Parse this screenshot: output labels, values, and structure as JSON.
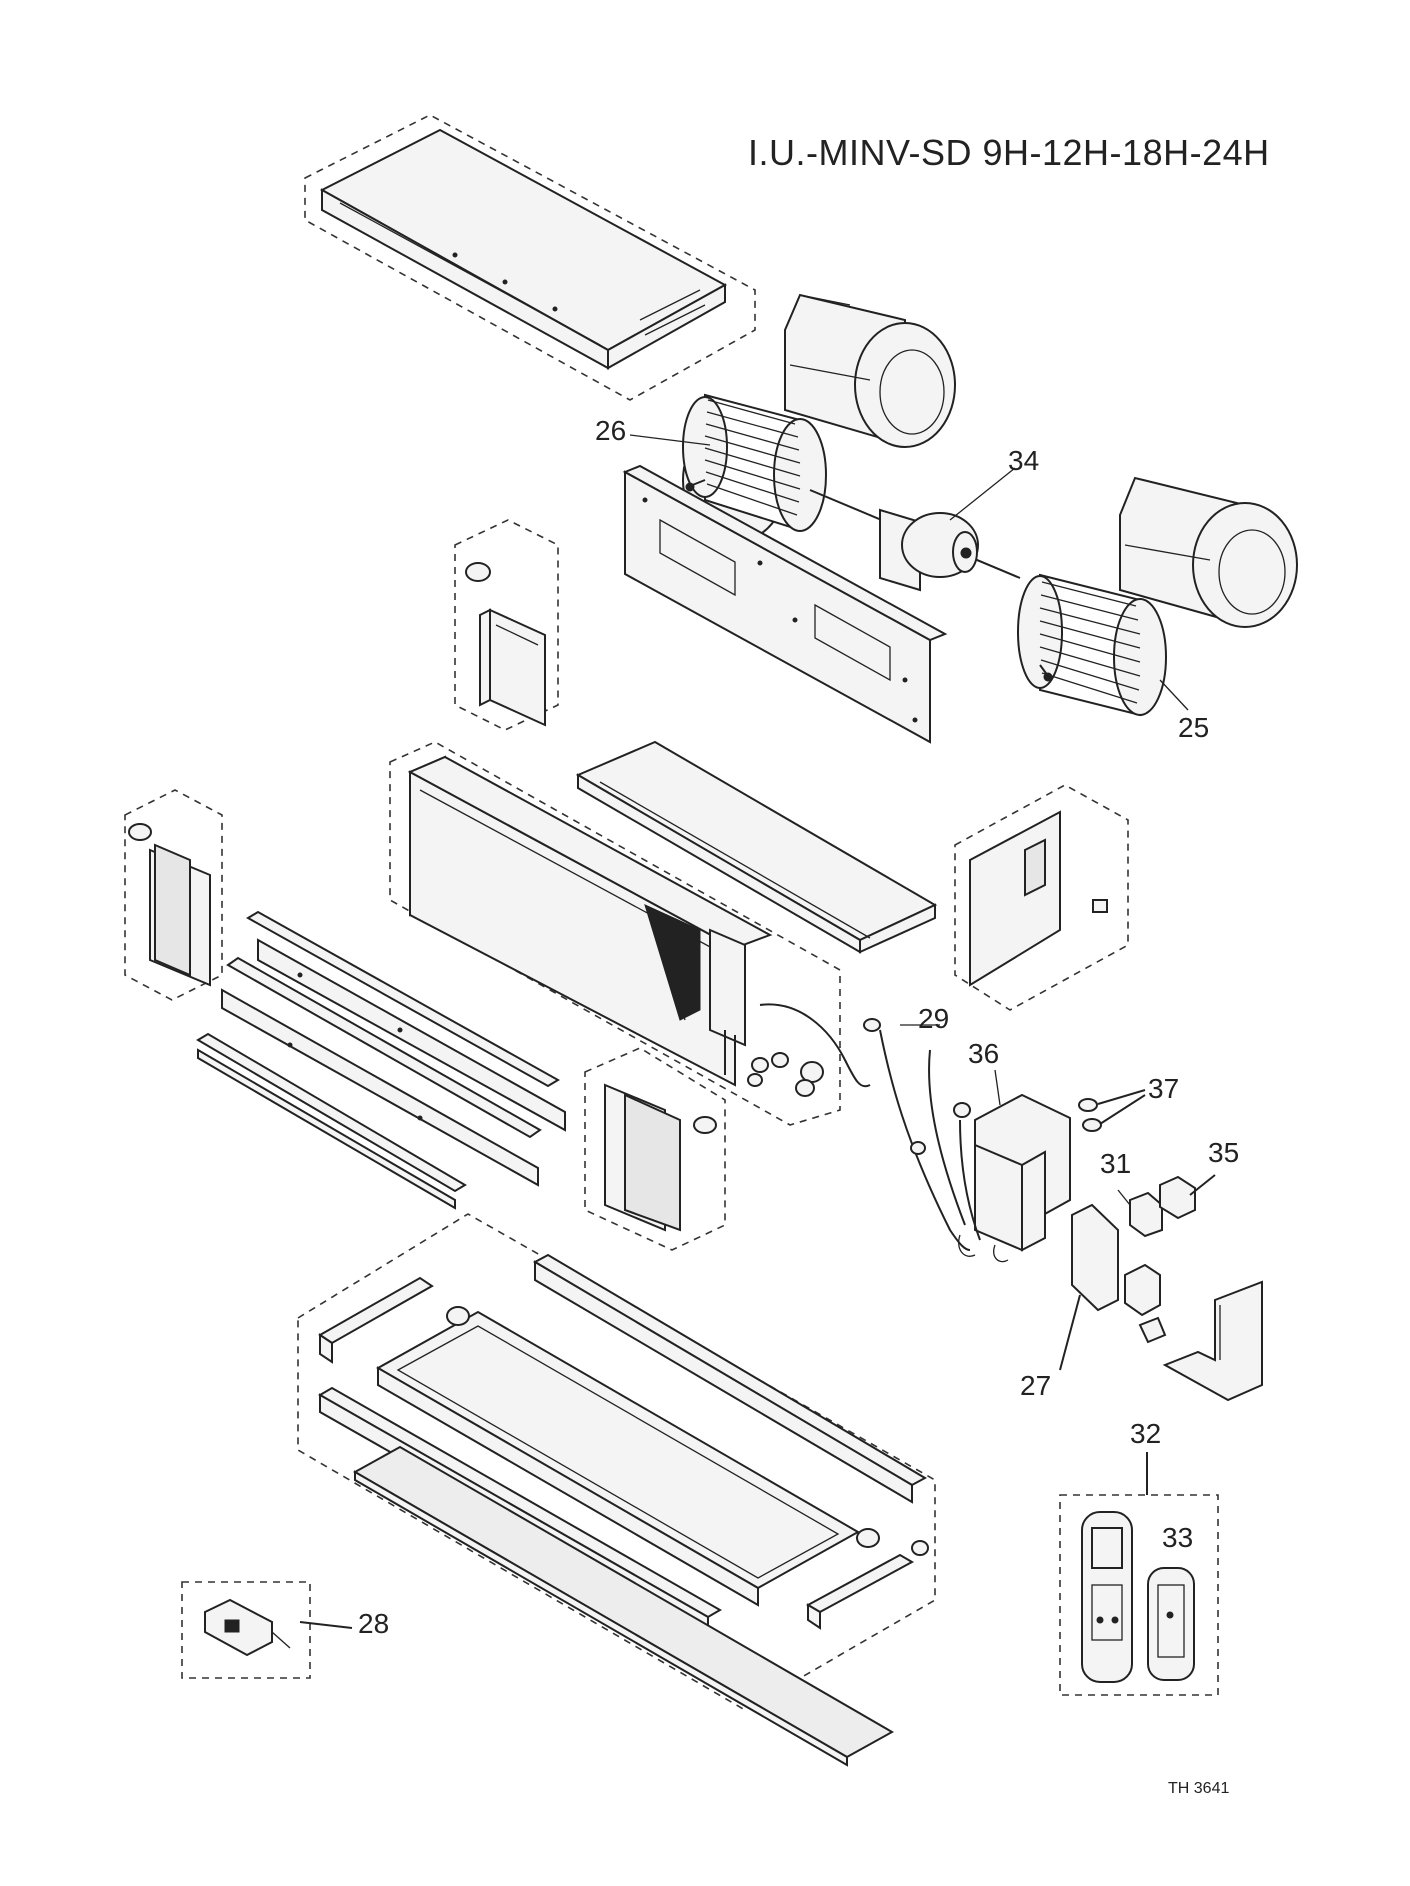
{
  "title": "I.U.-MINV-SD 9H-12H-18H-24H",
  "drawing_code": "TH 3641",
  "callouts": {
    "c25": "25",
    "c26": "26",
    "c27": "27",
    "c28": "28",
    "c29": "29",
    "c31": "31",
    "c32": "32",
    "c33": "33",
    "c34": "34",
    "c35": "35",
    "c36": "36",
    "c37": "37"
  }
}
